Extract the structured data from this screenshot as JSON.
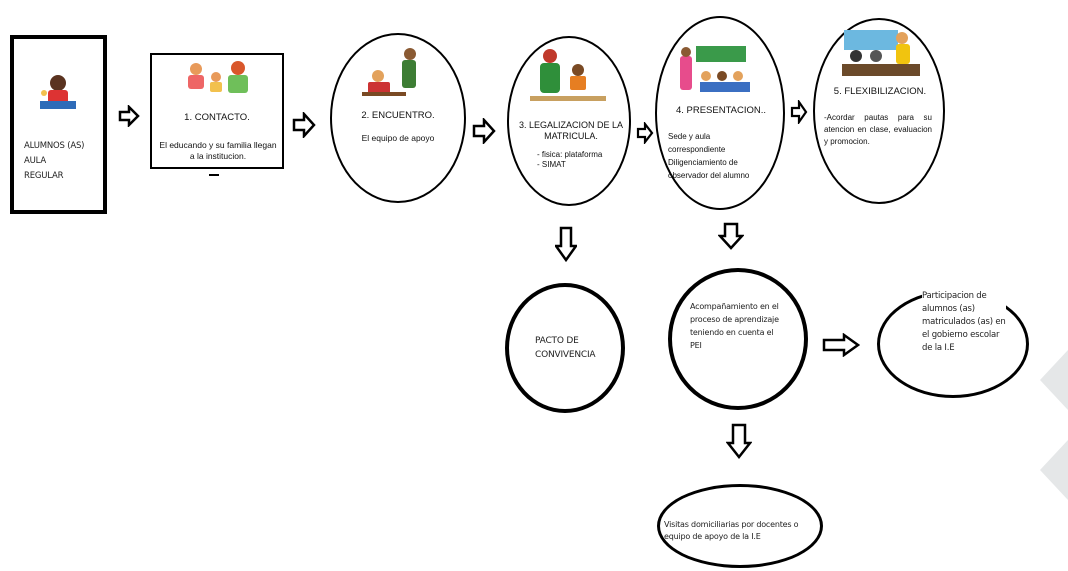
{
  "start": {
    "lines": [
      "ALUMNOS (AS)",
      "AULA",
      "REGULAR"
    ]
  },
  "step1": {
    "title": "1. CONTACTO.",
    "body": "El educando y su familia llegan a la institucion."
  },
  "step2": {
    "title": "2. ENCUENTRO.",
    "body": "El equipo de apoyo"
  },
  "step3": {
    "title": "3. LEGALIZACION DE LA MATRICULA.",
    "items": [
      "- fisica: plataforma",
      "- SIMAT"
    ]
  },
  "step4": {
    "title": "4. PRESENTACION..",
    "body": "Sede y aula correspondiente Diligenciamiento de observador del alumno"
  },
  "step5": {
    "title": "5. FLEXIBILIZACION.",
    "body": "-Acordar pautas para su atencion en clase, evaluacion y promocion."
  },
  "pacto": {
    "text": "PACTO DE CONVIVENCIA"
  },
  "acomp": {
    "text": "Acompañamiento en el proceso de aprendizaje teniendo en cuenta el PEI"
  },
  "particip": {
    "text": "Participacion de alumnos (as) matriculados (as) en el gobierno escolar de la I.E"
  },
  "visitas": {
    "text": "Visitas domiciliarias por docentes o equipo de apoyo de la I.E"
  },
  "colors": {
    "stroke": "#000000",
    "background": "#ffffff",
    "corner_shape": "#e5e7e8"
  }
}
